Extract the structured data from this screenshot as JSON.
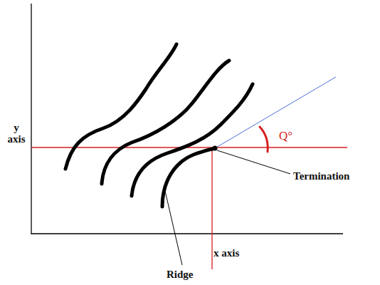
{
  "diagram": {
    "labels": [
      "y axis",
      "x axis",
      "Ridge",
      "Termination",
      "Q°"
    ]
  }
}
